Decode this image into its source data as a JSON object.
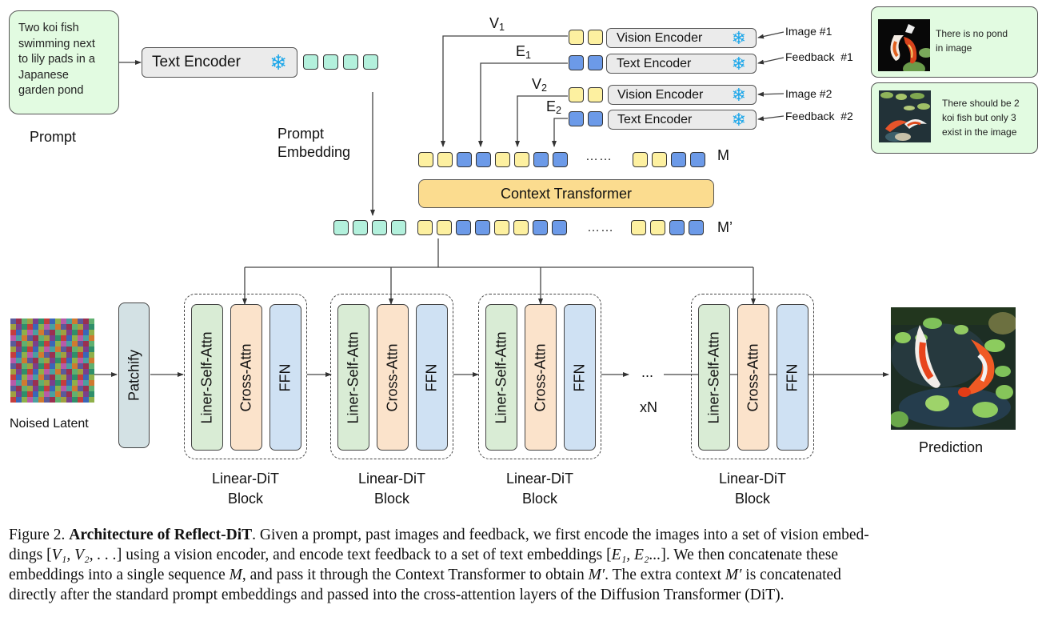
{
  "prompt": {
    "text_lines": [
      "Two koi fish",
      "swimming next",
      "to lily pads in a",
      "Japanese",
      "garden pond"
    ],
    "label": "Prompt"
  },
  "prompt_text_encoder": {
    "label": "Text Encoder",
    "icon": "snowflake-icon"
  },
  "prompt_embedding_label": [
    "Prompt",
    "Embedding"
  ],
  "encoders": [
    {
      "label": "Vision Encoder",
      "input": "Image #1",
      "output_label": "V",
      "output_sub": "1",
      "token_color": "yellow",
      "icon": "snowflake-icon"
    },
    {
      "label": "Text Encoder",
      "input": "Feedback  #1",
      "output_label": "E",
      "output_sub": "1",
      "token_color": "blue",
      "icon": "snowflake-icon"
    },
    {
      "label": "Vision Encoder",
      "input": "Image #2",
      "output_label": "V",
      "output_sub": "2",
      "token_color": "yellow",
      "icon": "snowflake-icon"
    },
    {
      "label": "Text Encoder",
      "input": "Feedback  #2",
      "output_label": "E",
      "output_sub": "2",
      "token_color": "blue",
      "icon": "snowflake-icon"
    }
  ],
  "feedback_examples": [
    {
      "text_lines": [
        "There is no pond",
        "in image"
      ]
    },
    {
      "text_lines": [
        "There should be 2",
        "koi fish but only 3",
        "exist in the image"
      ]
    }
  ],
  "sequence_m": {
    "label": "M",
    "ellipsis": "……",
    "tokens_left": [
      "y",
      "y",
      "b",
      "b",
      "y",
      "y",
      "b",
      "b"
    ],
    "tokens_right": [
      "y",
      "y",
      "b",
      "b"
    ]
  },
  "context_transformer": {
    "label": "Context Transformer"
  },
  "sequence_m_prime": {
    "label": "M’",
    "ellipsis": "……",
    "prompt_tokens": [
      "g",
      "g",
      "g",
      "g"
    ],
    "tokens_left": [
      "y",
      "y",
      "b",
      "b",
      "y",
      "y",
      "b",
      "b"
    ],
    "tokens_right": [
      "y",
      "y",
      "b",
      "b"
    ]
  },
  "noised_latent_label": "Noised Latent",
  "patchify_label": "Patchify",
  "dit_blocks": [
    {
      "layers": [
        "Liner-Self-Attn",
        "Cross-Attn",
        "FFN"
      ],
      "label_lines": [
        "Linear-DiT",
        "Block"
      ]
    },
    {
      "layers": [
        "Liner-Self-Attn",
        "Cross-Attn",
        "FFN"
      ],
      "label_lines": [
        "Linear-DiT",
        "Block"
      ]
    },
    {
      "layers": [
        "Liner-Self-Attn",
        "Cross-Attn",
        "FFN"
      ],
      "label_lines": [
        "Linear-DiT",
        "Block"
      ]
    },
    {
      "layers": [
        "Liner-Self-Attn",
        "Cross-Attn",
        "FFN"
      ],
      "label_lines": [
        "Linear-DiT",
        "Block"
      ]
    }
  ],
  "repeat": {
    "ellipsis": "...",
    "label": "xN"
  },
  "prediction_label": "Prediction",
  "caption": {
    "figure": "Figure 2.",
    "title": "Architecture of Reflect-DiT",
    "line1_rest": ". Given a prompt, past images and feedback, we first encode the images into a set of vision embed-",
    "line2_a": "dings [",
    "line2_b": "] using a vision encoder, and encode text feedback to a set of text embeddings [",
    "line2_c": "]. We then concatenate these",
    "line3_a": "embeddings into a single sequence ",
    "line3_b": ", and pass it through the Context Transformer to obtain ",
    "line3_c": ". The extra context ",
    "line3_d": " is concatenated",
    "line4": "directly after the standard prompt embeddings and passed into the cross-attention layers of the Diffusion Transformer (DiT).",
    "m": "M",
    "m_prime": "M′",
    "v_seq": "V₁, V₂, . . .",
    "e_seq": "E₁, E₂..."
  },
  "colors": {
    "prompt_bg": "#e2fbe1",
    "encoder_bg": "#ebebeb",
    "snowflake": "#1aa6ea",
    "token_yellow": "#fdf0a0",
    "token_blue": "#6c9ae8",
    "token_green": "#b3f0dc",
    "context_transformer": "#fbdc8f",
    "self_attn": "#d9ecd5",
    "cross_attn": "#fbe3cb",
    "ffn": "#cfe1f3",
    "patchify": "#d3e1e4"
  }
}
